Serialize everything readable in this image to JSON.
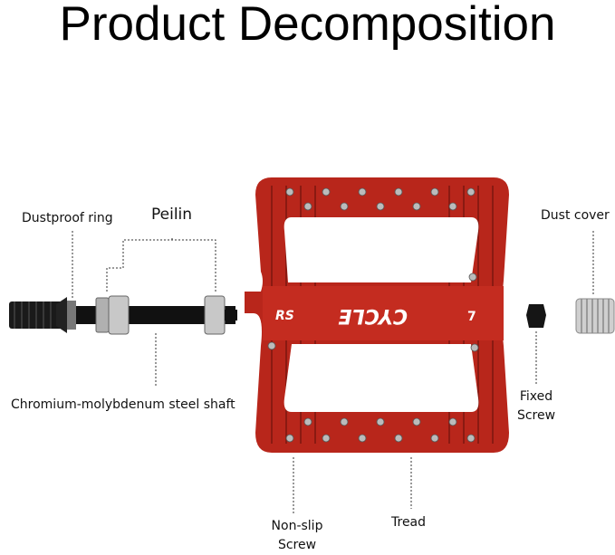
{
  "title": "Product Decomposition",
  "labels": {
    "dustproof_ring": "Dustproof ring",
    "peilin": "Peilin",
    "shaft": "Chromium-molybdenum steel shaft",
    "dust_cover": "Dust cover",
    "fixed_screw_1": "Fixed",
    "fixed_screw_2": "Screw",
    "non_slip_1": "Non-slip",
    "non_slip_2": "Screw",
    "tread": "Tread"
  },
  "pedal": {
    "brand": "RS",
    "word": "CYCLE",
    "mark": "7"
  },
  "colors": {
    "pedal": "#b8261b",
    "shaft": "#111111",
    "bearing": "#b0b0b0"
  }
}
